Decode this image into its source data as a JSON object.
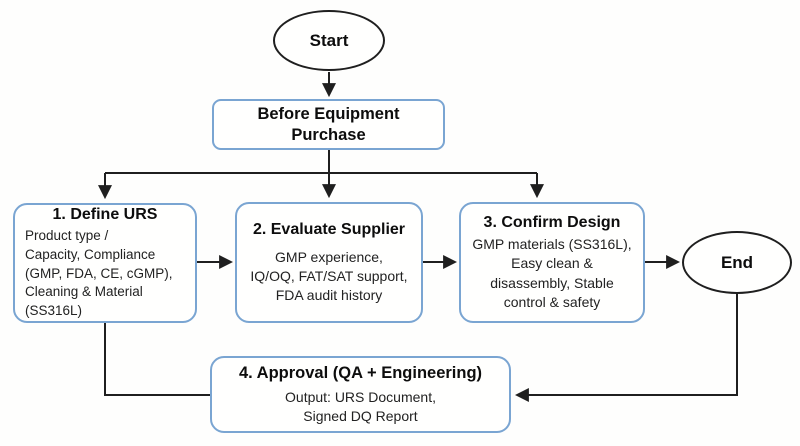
{
  "diagram": {
    "type": "flowchart",
    "background": "#fefefd",
    "colors": {
      "background": "#fefefd",
      "node_border": "#7aa5d2",
      "terminal_border": "#1f1f1f",
      "connector": "#1f1f1f",
      "title_text": "#0d0d0d",
      "body_text": "#222222"
    },
    "nodes": {
      "start": {
        "label": "Start"
      },
      "before_purchase": {
        "label": "Before Equipment\nPurchase"
      },
      "step1": {
        "title": "1. Define URS",
        "body": "Product type /\nCapacity, Compliance\n(GMP, FDA, CE, cGMP),\nCleaning & Material\n(SS316L)"
      },
      "step2": {
        "title": "2. Evaluate Supplier",
        "body": "GMP experience,\nIQ/OQ, FAT/SAT support,\nFDA audit history"
      },
      "step3": {
        "title": "3. Confirm Design",
        "body": "GMP materials (SS316L),\nEasy clean &\ndisassembly, Stable\ncontrol & safety"
      },
      "step4": {
        "title": "4. Approval (QA + Engineering)",
        "body": "Output: URS Document,\nSigned DQ Report"
      },
      "end": {
        "label": "End"
      }
    }
  }
}
